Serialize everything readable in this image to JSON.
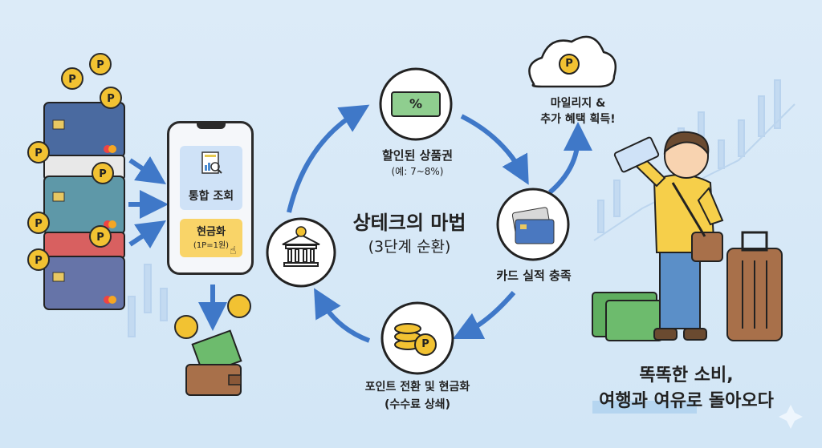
{
  "title": {
    "main": "상테크의 마법",
    "sub": "(3단계 순환)"
  },
  "phone": {
    "lookup_label": "통합 조회",
    "cash_label": "현금화",
    "cash_rate": "(1P=1원)"
  },
  "nodes": {
    "voucher": {
      "label": "할인된 상품권",
      "note": "(예: 7~8%)"
    },
    "card": {
      "label": "카드 실적 충족"
    },
    "points": {
      "label": "포인트 전환 및 현금화",
      "note": "(수수료 상쇄)"
    },
    "mileage": {
      "line1": "마일리지 &",
      "line2": "추가 혜택 획득!"
    }
  },
  "conclusion": {
    "line1": "똑똑한 소비,",
    "line2": "여행과 여유로 돌아오다"
  },
  "coin_symbol": "P",
  "voucher_symbol": "%",
  "colors": {
    "background": "#d6e8f7",
    "arrow": "#3f78c8",
    "coin": "#f2c232",
    "highlight": "#f9d468"
  }
}
